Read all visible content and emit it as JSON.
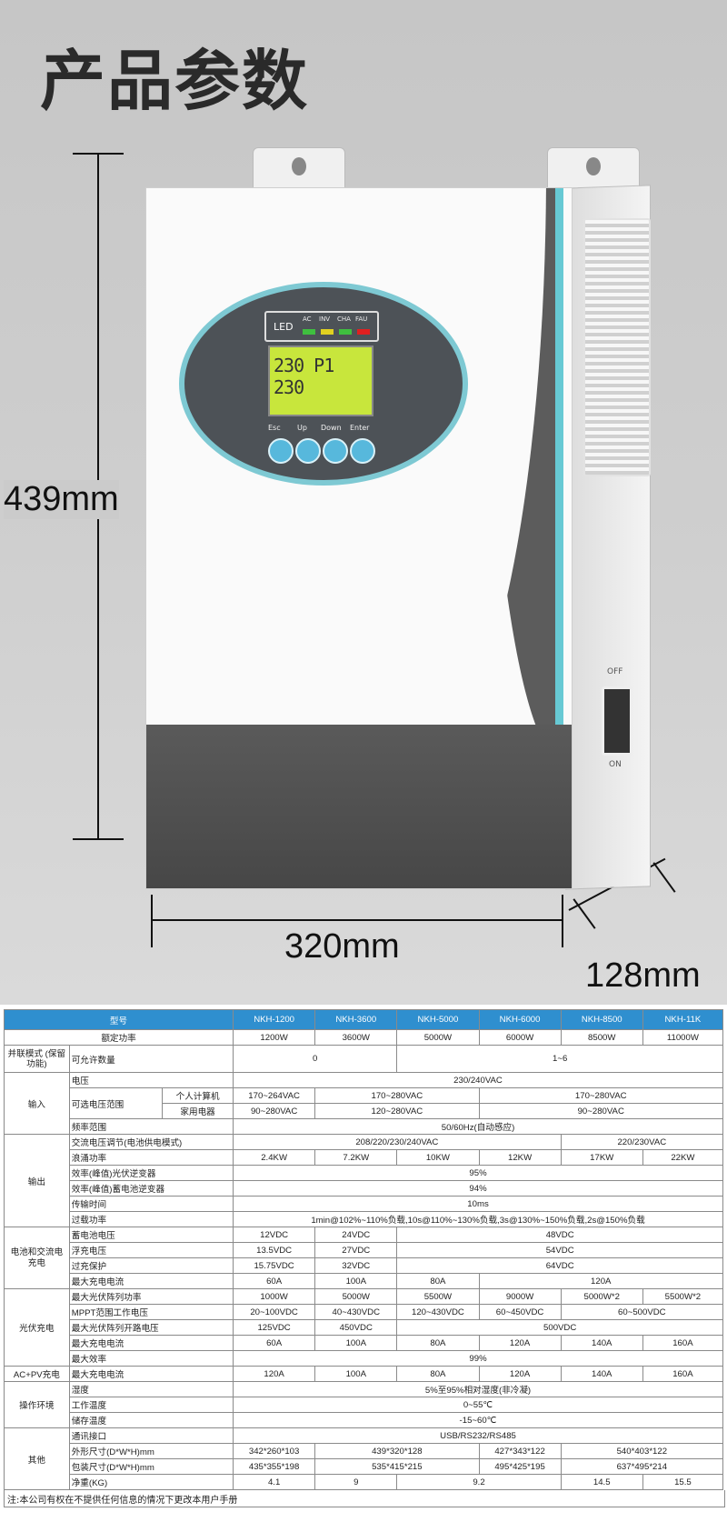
{
  "title": "产品参数",
  "dims": {
    "height": "439mm",
    "width": "320mm",
    "depth": "128mm"
  },
  "device": {
    "led_label": "LED",
    "leds": [
      {
        "label": "AC",
        "color": "#3fbf3f"
      },
      {
        "label": "INV",
        "color": "#e0d020"
      },
      {
        "label": "CHA",
        "color": "#3fbf3f"
      },
      {
        "label": "FAU",
        "color": "#e02020"
      }
    ],
    "lcd_text": "230 P1 230",
    "buttons": [
      "Esc",
      "Up",
      "Down",
      "Enter"
    ],
    "switch_off": "OFF",
    "switch_on": "ON"
  },
  "table": {
    "header": [
      "型号",
      "NKH-1200",
      "NKH-3600",
      "NKH-5000",
      "NKH-6000",
      "NKH-8500",
      "NKH-11K"
    ],
    "rated_power": {
      "label": "额定功率",
      "values": [
        "1200W",
        "3600W",
        "5000W",
        "6000W",
        "8500W",
        "11000W"
      ]
    },
    "parallel": {
      "group": "并联模式 (保留功能)",
      "label": "可允许数量",
      "v1": "0",
      "v2": "1~6"
    },
    "input": {
      "group": "输入",
      "voltage": {
        "label": "电压",
        "value": "230/240VAC"
      },
      "range": {
        "label": "可选电压范围",
        "pc": "个人计算机",
        "home": "家用电器",
        "pc_vals": [
          "170~264VAC",
          "170~280VAC",
          "170~280VAC"
        ],
        "home_vals": [
          "90~280VAC",
          "120~280VAC",
          "90~280VAC"
        ]
      },
      "freq": {
        "label": "频率范围",
        "value": "50/60Hz(自动感应)"
      }
    },
    "output": {
      "group": "输出",
      "ac_reg": {
        "label": "交流电压调节(电池供电模式)",
        "v1": "208/220/230/240VAC",
        "v2": "220/230VAC"
      },
      "surge": {
        "label": "浪涌功率",
        "values": [
          "2.4KW",
          "7.2KW",
          "10KW",
          "12KW",
          "17KW",
          "22KW"
        ]
      },
      "eff_pv": {
        "label": "效率(峰值)光伏逆变器",
        "value": "95%"
      },
      "eff_bat": {
        "label": "效率(峰值)蓄电池逆变器",
        "value": "94%"
      },
      "transfer": {
        "label": "传输时间",
        "value": "10ms"
      },
      "overload": {
        "label": "过载功率",
        "value": "1min@102%~110%负载,10s@110%~130%负载,3s@130%~150%负载,2s@150%负载"
      }
    },
    "battery": {
      "group": "电池和交流电充电",
      "bat_v": {
        "label": "蓄电池电压",
        "values": [
          "12VDC",
          "24VDC",
          "48VDC"
        ]
      },
      "float": {
        "label": "浮充电压",
        "values": [
          "13.5VDC",
          "27VDC",
          "54VDC"
        ]
      },
      "ovp": {
        "label": "过充保护",
        "values": [
          "15.75VDC",
          "32VDC",
          "64VDC"
        ]
      },
      "max_i": {
        "label": "最大充电电流",
        "values": [
          "60A",
          "100A",
          "80A",
          "120A"
        ]
      }
    },
    "pv": {
      "group": "光伏充电",
      "max_p": {
        "label": "最大光伏阵列功率",
        "values": [
          "1000W",
          "5000W",
          "5500W",
          "9000W",
          "5000W*2",
          "5500W*2"
        ]
      },
      "mppt": {
        "label": "MPPT范围工作电压",
        "values": [
          "20~100VDC",
          "40~430VDC",
          "120~430VDC",
          "60~450VDC",
          "60~500VDC"
        ]
      },
      "voc": {
        "label": "最大光伏阵列开路电压",
        "values": [
          "125VDC",
          "450VDC",
          "500VDC"
        ]
      },
      "max_i": {
        "label": "最大充电电流",
        "values": [
          "60A",
          "100A",
          "80A",
          "120A",
          "140A",
          "160A"
        ]
      },
      "eff": {
        "label": "最大效率",
        "value": "99%"
      }
    },
    "acpv": {
      "group": "AC+PV充电",
      "label": "最大充电电流",
      "values": [
        "120A",
        "100A",
        "80A",
        "120A",
        "140A",
        "160A"
      ]
    },
    "env": {
      "group": "操作环境",
      "hum": {
        "label": "湿度",
        "value": "5%至95%相对湿度(非冷凝)"
      },
      "op": {
        "label": "工作温度",
        "value": "0~55℃"
      },
      "st": {
        "label": "储存温度",
        "value": "-15~60℃"
      }
    },
    "other": {
      "group": "其他",
      "comm": {
        "label": "通讯接口",
        "value": "USB/RS232/RS485"
      },
      "size": {
        "label": "外形尺寸(D*W*H)mm",
        "values": [
          "342*260*103",
          "439*320*128",
          "427*343*122",
          "540*403*122"
        ]
      },
      "pack": {
        "label": "包装尺寸(D*W*H)mm",
        "values": [
          "435*355*198",
          "535*415*215",
          "495*425*195",
          "637*495*214"
        ]
      },
      "weight": {
        "label": "净重(KG)",
        "values": [
          "4.1",
          "9",
          "9.2",
          "14.5",
          "15.5"
        ]
      }
    },
    "note": "注:本公司有权在不提供任何信息的情况下更改本用户手册"
  }
}
